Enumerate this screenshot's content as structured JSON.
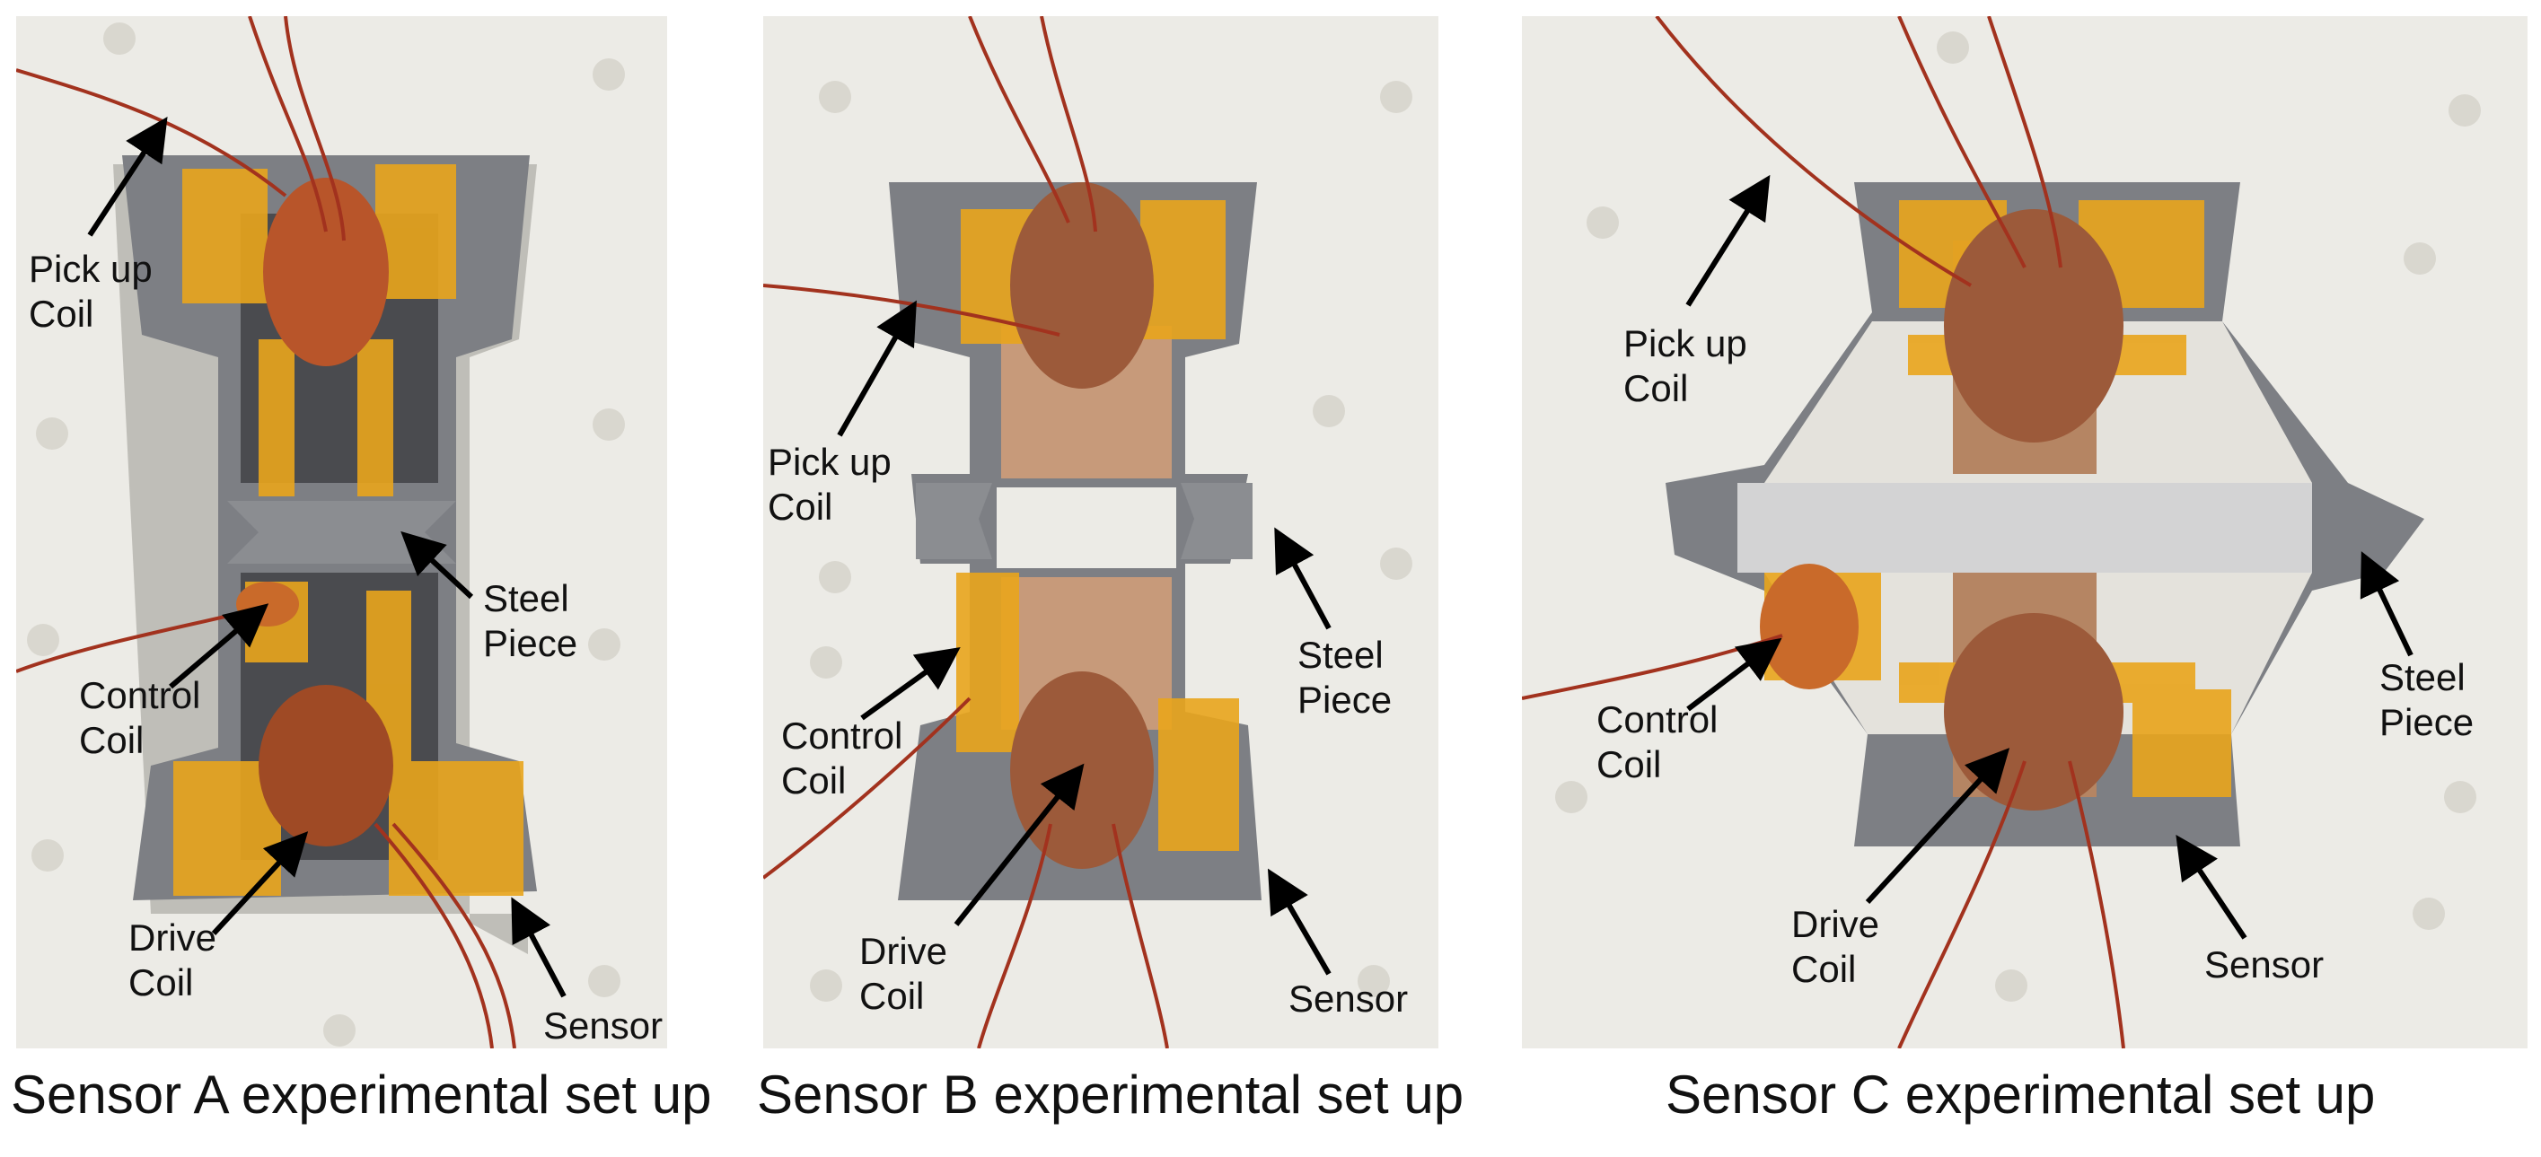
{
  "panels": [
    {
      "id": "a",
      "caption": "Sensor A experimental set up",
      "labels": {
        "pickup": "Pick up\nCoil",
        "steel": "Steel\nPiece",
        "control": "Control\nCoil",
        "drive": "Drive\nCoil",
        "sensor": "Sensor"
      }
    },
    {
      "id": "b",
      "caption": "Sensor B experimental set up",
      "labels": {
        "pickup": "Pick up\nCoil",
        "steel": "Steel\nPiece",
        "control": "Control\nCoil",
        "drive": "Drive\nCoil",
        "sensor": "Sensor"
      }
    },
    {
      "id": "c",
      "caption": "Sensor C experimental set up",
      "labels": {
        "pickup": "Pick up\nCoil",
        "steel": "Steel\nPiece",
        "control": "Control\nCoil",
        "drive": "Drive\nCoil",
        "sensor": "Sensor"
      }
    }
  ],
  "colors": {
    "background_board": "#ecebe6",
    "sensor_gray": "#7d7f84",
    "tape_yellow": "#e9a51c",
    "copper": "#b8552a",
    "arrow": "#000000"
  }
}
